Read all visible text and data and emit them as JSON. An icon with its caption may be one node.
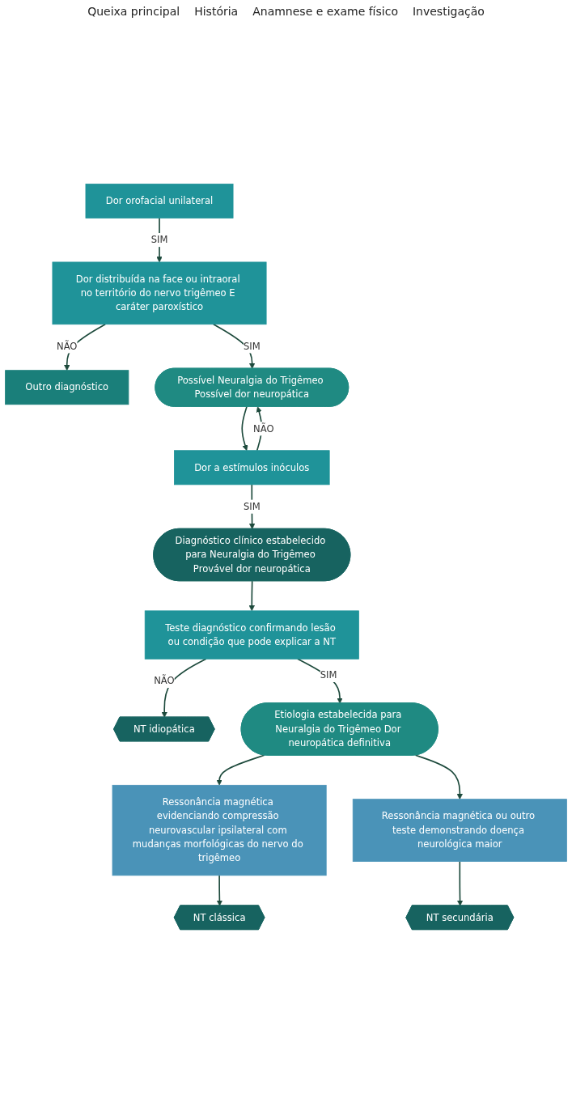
{
  "diagram": {
    "nodes": [
      {
        "text": [
          "Dor orofacial unilateral"
        ]
      },
      {
        "text": [
          "Dor distribuída na face ou intraoral no território do nervo trigêmeo E caráter paroxístico"
        ]
      },
      {
        "text": [
          "Outro diagnóstico"
        ]
      },
      {
        "text": [
          "Possível Neuralgia do Trigêmeo Possível dor neuropática"
        ]
      },
      {
        "text": [
          "Dor a estímulos inóculos"
        ]
      },
      {
        "text": [
          "Diagnóstico clínico estabelecido para Neuralgia do Trigêmeo Provável dor neuropática"
        ]
      },
      {
        "text": [
          "Teste diagnóstico confirmando lesão ou condição que pode explicar a NT"
        ]
      },
      {
        "text": [
          "NT idiopática"
        ]
      },
      {
        "text": [
          "Etiologia estabelecida para Neuralgia do Trigêmeo Dor neuropática definitiva"
        ]
      },
      {
        "text": [
          "Ressonância magnética evidenciando compressão neurovascular ipsilateral com mudanças morfológicas do nervo do trigêmeo"
        ]
      },
      {
        "text": [
          "Ressonância magnética ou outro teste demonstrando doença neurológica maior"
        ]
      },
      {
        "text": [
          "NT clássica"
        ]
      },
      {
        "text": [
          "NT secundária"
        ]
      }
    ],
    "edges": [
      {
        "from": 0,
        "to": 1,
        "arrow": "to",
        "label": "SIM"
      },
      {
        "from": 1,
        "to": 2,
        "arrow": "to",
        "label": "NÃO"
      },
      {
        "from": 1,
        "to": 3,
        "arrow": "to",
        "label": "SIM"
      },
      {
        "from": 3,
        "to": 4,
        "arrow": "to"
      },
      {
        "from": 4,
        "to": 3,
        "arrow": "to",
        "label": "NÃO"
      },
      {
        "from": 4,
        "to": 5,
        "arrow": "to",
        "label": "SIM"
      },
      {
        "from": 5,
        "to": 6,
        "arrow": "to"
      },
      {
        "from": 6,
        "to": 7,
        "arrow": "to",
        "label": "NÃO"
      },
      {
        "from": 6,
        "to": 8,
        "arrow": "to",
        "label": "SIM"
      },
      {
        "from": 8,
        "to": 9,
        "arrow": "to"
      },
      {
        "from": 8,
        "to": 10,
        "arrow": "to"
      },
      {
        "from": 9,
        "to": 11,
        "arrow": "to"
      },
      {
        "from": 10,
        "to": 12,
        "arrow": "to"
      }
    ],
    "labels": [
      "Queixa principal",
      "História",
      "Anamnese e exame físico",
      "Investigação"
    ]
  }
}
